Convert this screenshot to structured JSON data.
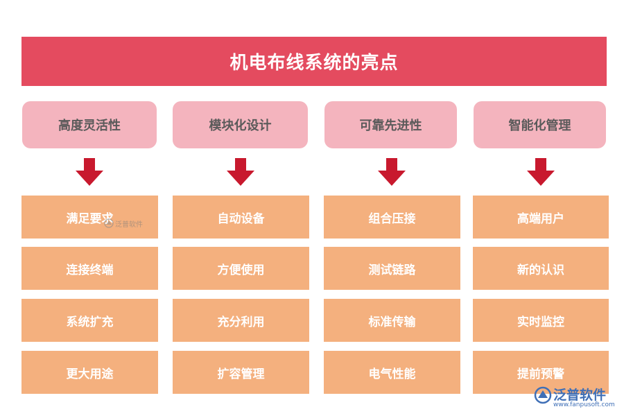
{
  "title": "机电布线系统的亮点",
  "columns": [
    {
      "header": "高度灵活性",
      "items": [
        "满足要求",
        "连接终端",
        "系统扩充",
        "更大用途"
      ]
    },
    {
      "header": "模块化设计",
      "items": [
        "自动设备",
        "方便使用",
        "充分利用",
        "扩容管理"
      ]
    },
    {
      "header": "可靠先进性",
      "items": [
        "组合压接",
        "测试链路",
        "标准传输",
        "电气性能"
      ]
    },
    {
      "header": "智能化管理",
      "items": [
        "高端用户",
        "新的认识",
        "实时监控",
        "提前预警"
      ]
    }
  ],
  "watermark": {
    "text": "泛普软件"
  },
  "logo": {
    "name": "泛普软件",
    "url": "www.fanpusoft.com"
  },
  "colors": {
    "title_bg": "#e44b5f",
    "header_bg": "#f4b4be",
    "arrow": "#c8192e",
    "item_bg": "#f4b07e"
  }
}
